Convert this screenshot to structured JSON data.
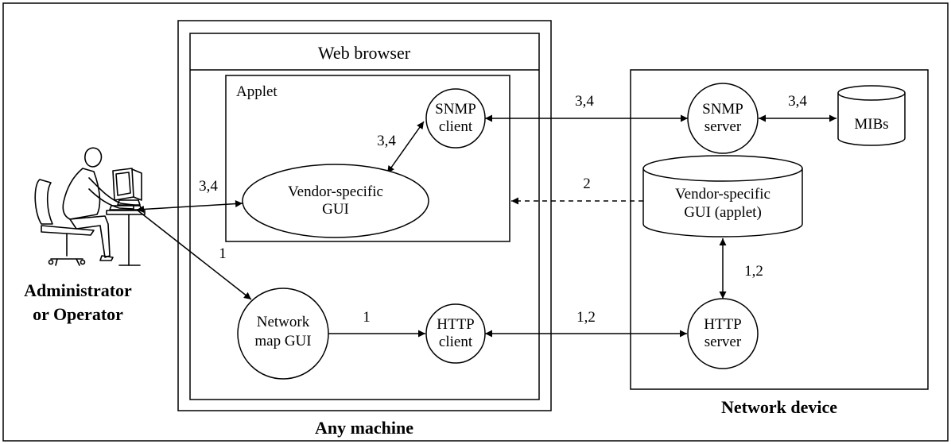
{
  "labels": {
    "web_browser": "Web browser",
    "applet": "Applet",
    "snmp_client": [
      "SNMP",
      "client"
    ],
    "vendor_gui": [
      "Vendor-specific",
      "GUI"
    ],
    "network_map_gui": [
      "Network",
      "map GUI"
    ],
    "http_client": [
      "HTTP",
      "client"
    ],
    "snmp_server": [
      "SNMP",
      "server"
    ],
    "mibs": "MIBs",
    "vendor_gui_applet": [
      "Vendor-specific",
      "GUI (applet)"
    ],
    "http_server": [
      "HTTP",
      "server"
    ],
    "administrator": [
      "Administrator",
      "or Operator"
    ],
    "any_machine": "Any machine",
    "network_device": "Network device"
  },
  "edge_labels": {
    "admin_to_vendor_gui": "3,4",
    "admin_to_network_map": "1",
    "vendor_gui_to_snmp_client": "3,4",
    "snmp_client_to_snmp_server": "3,4",
    "snmp_server_to_mibs": "3,4",
    "applet_repo_to_applet": "2",
    "applet_repo_to_http_server": "1,2",
    "network_map_to_http_client": "1",
    "http_client_to_http_server": "1,2"
  }
}
